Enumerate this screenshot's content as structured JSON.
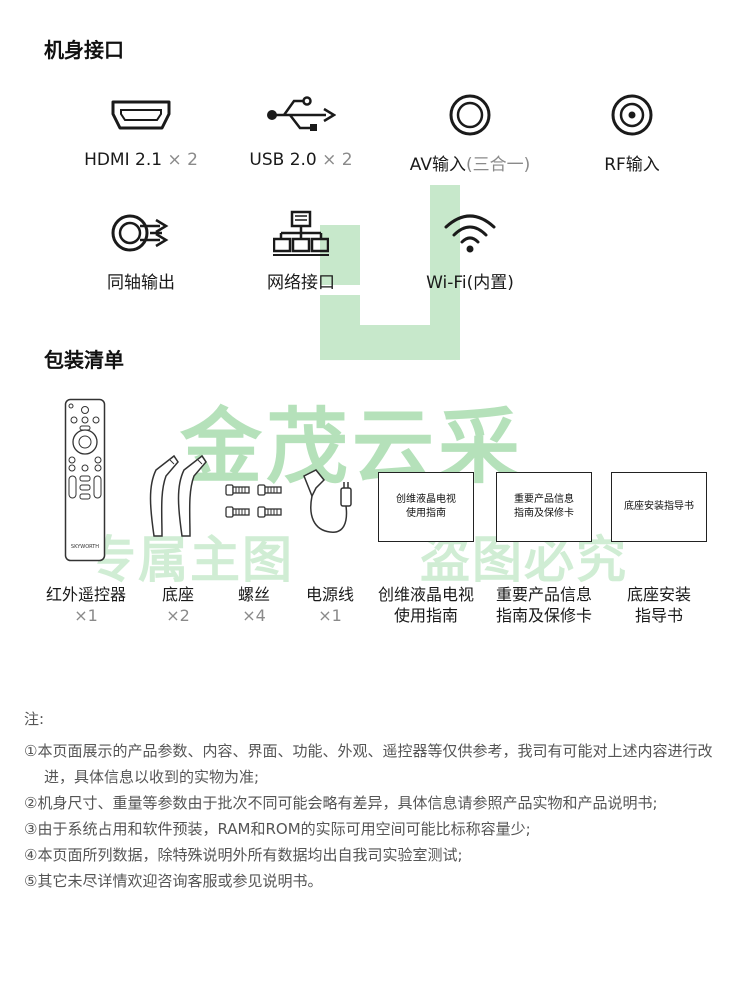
{
  "sections": {
    "ports_title": "机身接口",
    "package_title": "包装清单"
  },
  "ports": [
    {
      "name": "HDMI 2.1",
      "qty": "× 2",
      "icon": "hdmi-icon"
    },
    {
      "name": "USB 2.0",
      "qty": "× 2",
      "icon": "usb-icon"
    },
    {
      "name": "AV输入",
      "paren": "(三合一)",
      "icon": "av-input-icon"
    },
    {
      "name": "RF输入",
      "icon": "rf-input-icon"
    },
    {
      "name": "同轴输出",
      "icon": "coaxial-output-icon"
    },
    {
      "name": "网络接口",
      "icon": "network-port-icon"
    },
    {
      "name": "Wi-Fi(内置)",
      "icon": "wifi-icon"
    }
  ],
  "package": [
    {
      "name": "红外遥控器",
      "qty": "×1",
      "icon": "remote-control-icon"
    },
    {
      "name": "底座",
      "qty": "×2",
      "icon": "stand-icon"
    },
    {
      "name": "螺丝",
      "qty": "×4",
      "icon": "screws-icon"
    },
    {
      "name": "电源线",
      "qty": "×1",
      "icon": "power-cord-icon"
    },
    {
      "name": "创维液晶电视",
      "name2": "使用指南",
      "booklet_text": "创维液晶电视",
      "booklet_text2": "使用指南"
    },
    {
      "name": "重要产品信息",
      "name2": "指南及保修卡",
      "booklet_text": "重要产品信息",
      "booklet_text2": "指南及保修卡"
    },
    {
      "name": "底座安装",
      "name2": "指导书",
      "booklet_text": "底座安装指导书"
    }
  ],
  "remote_brand": "SKYWORTH",
  "watermark": {
    "big": "金茂云采",
    "small_left": "专属主图",
    "small_right": "盗图必究"
  },
  "notes": {
    "heading": "注:",
    "items": [
      "①本页面展示的产品参数、内容、界面、功能、外观、遥控器等仅供参考，我司有可能对上述内容进行改进，具体信息以收到的实物为准;",
      "②机身尺寸、重量等参数由于批次不同可能会略有差异，具体信息请参照产品实物和产品说明书;",
      "③由于系统占用和软件预装，RAM和ROM的实际可用空间可能比标称容量少;",
      "④本页面所列数据，除特殊说明外所有数据均出自我司实验室测试;",
      "⑤其它未尽详情欢迎咨询客服或参见说明书。"
    ]
  }
}
